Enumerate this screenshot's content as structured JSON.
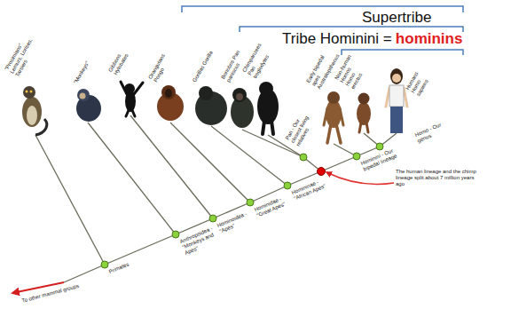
{
  "diagram": {
    "labels": [
      "Supertribe",
      "Tribe Hominini =",
      "hominins",
      "\"Prosimians\" Lemurs, Lorises, Tarsiers",
      "\"Monkeys\"",
      "Gibbons Hylobates",
      "Orangutans Pongo",
      "Gorillas Gorilla",
      "Bonobos Pan paniscus",
      "Chimpanzees Pan troglodytes",
      "Early bipedal apes Australopithecus",
      "Non-human Homos Homo erectus",
      "Humans Homo sapiens",
      "Primates",
      "Anthropoidea - \"Monkeys and Apes\"",
      "Hominoidea - \"Apes\"",
      "Hominidae - \"Great Apes\"",
      "Homininae - \"African Apes\"",
      "Pan - Our closest living relatives",
      "Hominini - Our bipedal lineage",
      "Homo - Our genus",
      "The human lineage and the chimp lineage split about 7 million years ago",
      "To other mammal groups"
    ]
  }
}
